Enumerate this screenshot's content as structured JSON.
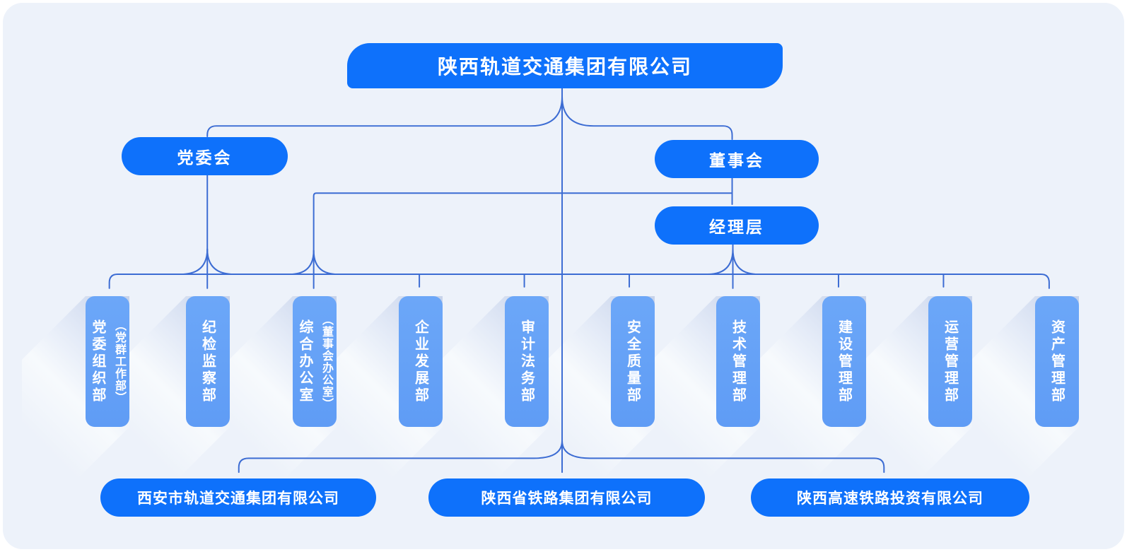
{
  "org": {
    "root": "陕西轨道交通集团有限公司",
    "committees": {
      "party": "党委会",
      "board": "董事会",
      "management": "经理层"
    },
    "departments": [
      {
        "name": "党委组织部",
        "alias": "（党群工作部）"
      },
      {
        "name": "纪检监察部",
        "alias": ""
      },
      {
        "name": "综合办公室",
        "alias": "（董事会办公室）"
      },
      {
        "name": "企业发展部",
        "alias": ""
      },
      {
        "name": "审计法务部",
        "alias": ""
      },
      {
        "name": "安全质量部",
        "alias": ""
      },
      {
        "name": "技术管理部",
        "alias": ""
      },
      {
        "name": "建设管理部",
        "alias": ""
      },
      {
        "name": "运营管理部",
        "alias": ""
      },
      {
        "name": "资产管理部",
        "alias": ""
      }
    ],
    "subsidiaries": [
      "西安市轨道交通集团有限公司",
      "陕西省铁路集团有限公司",
      "陕西高速铁路投资有限公司"
    ]
  },
  "colors": {
    "primary_blue": "#0e71fb",
    "department_blue": "#64a0f6",
    "connector_line": "#3c6cd3",
    "panel_background": "#edf2fa",
    "text": "#ffffff",
    "shadow_tint": "#c6d2ea"
  }
}
